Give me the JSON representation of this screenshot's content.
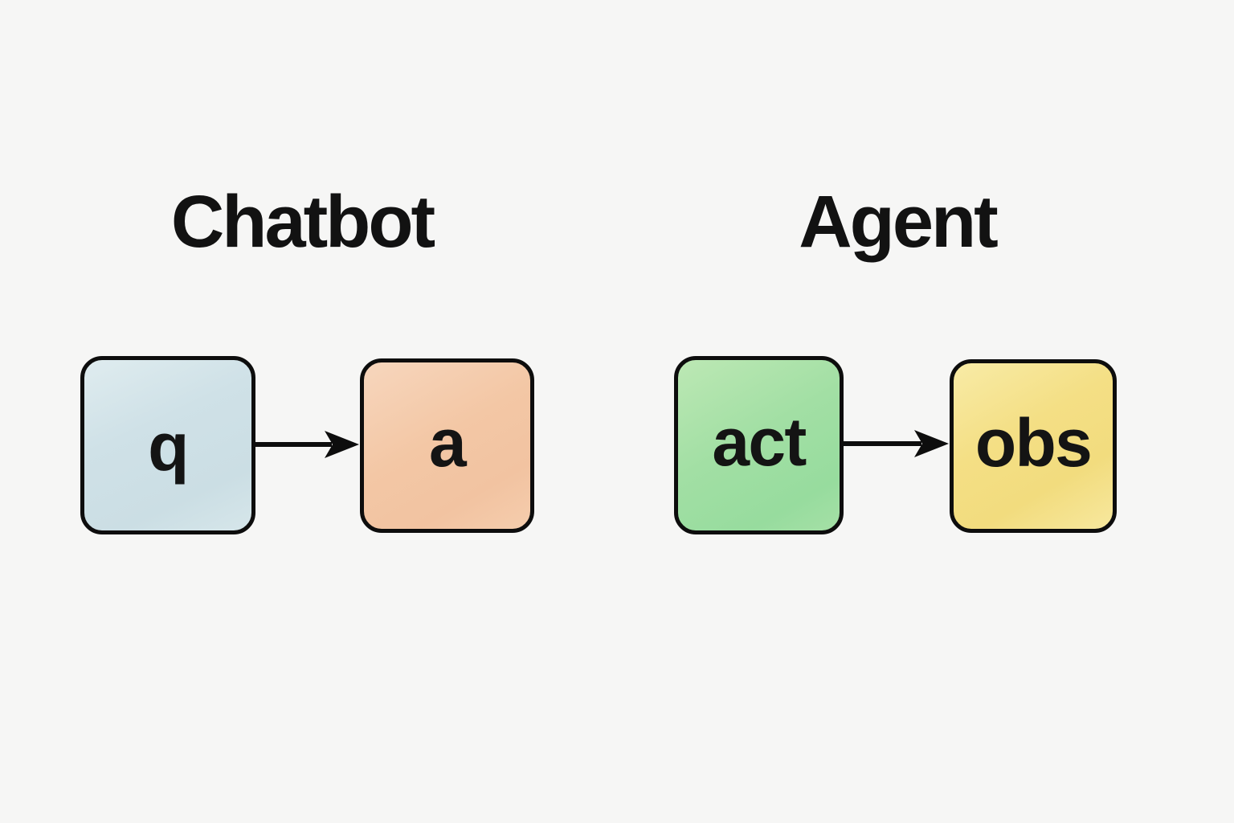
{
  "canvas": {
    "background": "#f6f6f5",
    "stroke_color": "#0d0d0d",
    "text_color": "#121212"
  },
  "sections": [
    {
      "title": "Chatbot",
      "nodes": [
        {
          "id": "q",
          "label": "q",
          "color": "#cfe1e7"
        },
        {
          "id": "a",
          "label": "a",
          "color": "#f3c7a5"
        }
      ],
      "edges": [
        {
          "from": "q",
          "to": "a",
          "style": "solid-arrow"
        }
      ]
    },
    {
      "title": "Agent",
      "nodes": [
        {
          "id": "act",
          "label": "act",
          "color": "#9edda1"
        },
        {
          "id": "obs",
          "label": "obs",
          "color": "#f4e089"
        }
      ],
      "edges": [
        {
          "from": "act",
          "to": "obs",
          "style": "solid-arrow"
        }
      ]
    }
  ]
}
